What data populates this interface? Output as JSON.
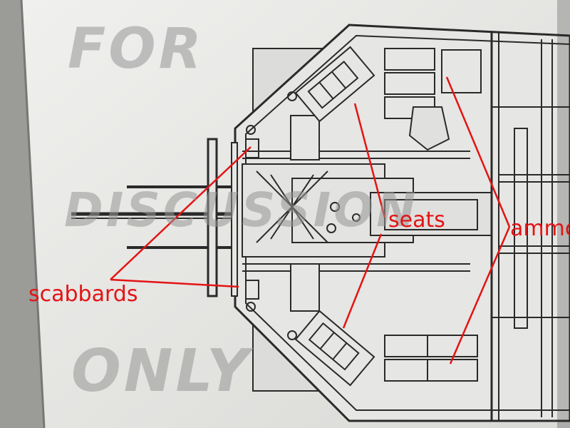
{
  "watermark": {
    "line1": "FOR",
    "line2": "DISCUSSION",
    "line3": "ONLY"
  },
  "callouts": {
    "scabbards": "scabbards",
    "seats": "seats",
    "ammo": "ammo"
  },
  "colors": {
    "callout": "#e31414",
    "paper": "#e9e9e7",
    "ink": "#2a2a2a",
    "watermark": "#969696"
  }
}
